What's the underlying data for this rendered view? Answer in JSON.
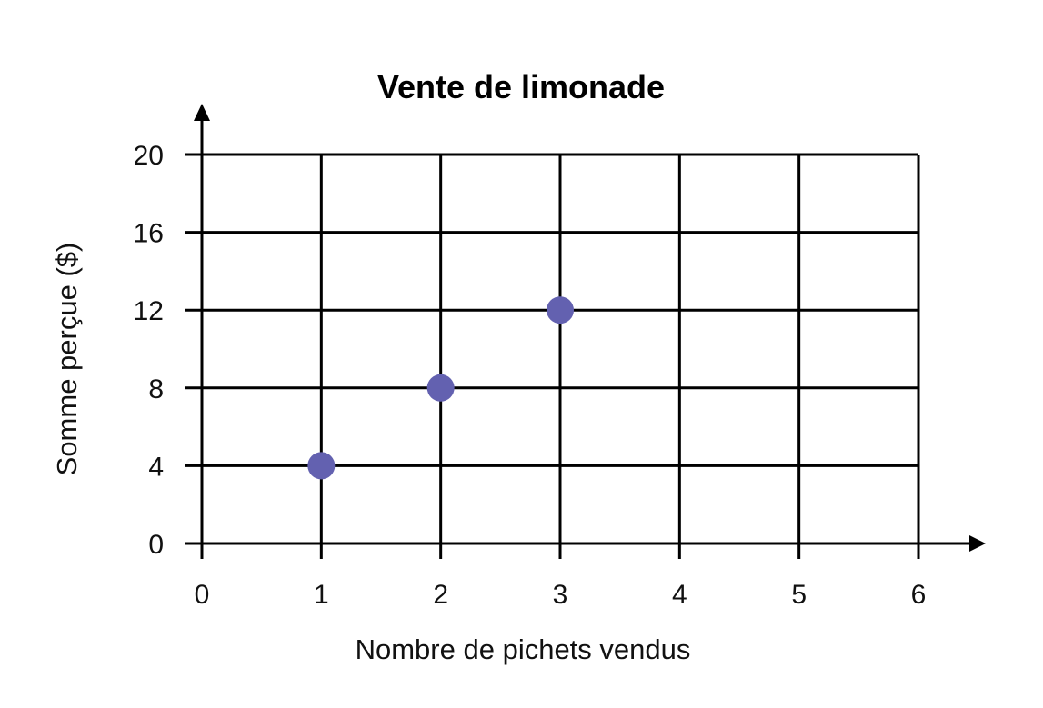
{
  "chart_data": {
    "type": "scatter",
    "title": "Vente de limonade",
    "xlabel": "Nombre de pichets vendus",
    "ylabel": "Somme perçue ($)",
    "xlim": [
      0,
      6
    ],
    "ylim": [
      0,
      20
    ],
    "xticks": [
      0,
      1,
      2,
      3,
      4,
      5,
      6
    ],
    "yticks": [
      0,
      4,
      8,
      12,
      16,
      20
    ],
    "grid": true,
    "points": [
      {
        "x": 1,
        "y": 4
      },
      {
        "x": 2,
        "y": 8
      },
      {
        "x": 3,
        "y": 12
      }
    ],
    "point_color": "#6361b0",
    "grid_color": "#000000"
  }
}
